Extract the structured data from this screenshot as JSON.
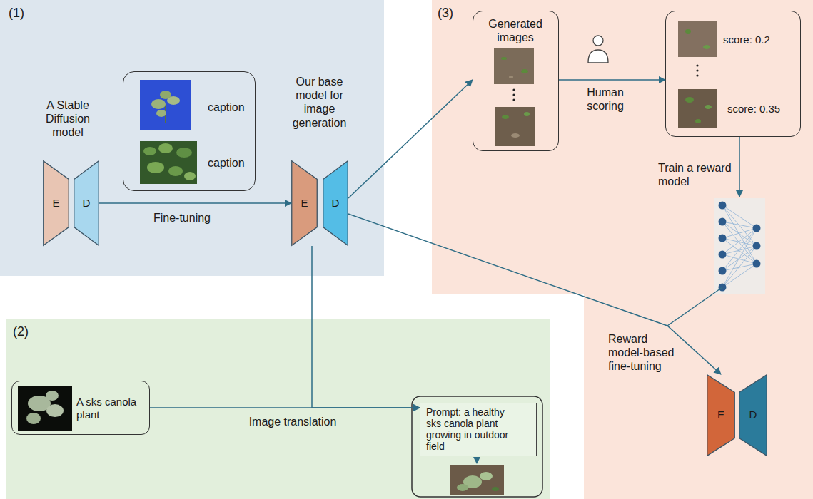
{
  "diagram": {
    "nodes": [
      {
        "text": [
          "(1)"
        ]
      },
      {
        "text": [
          "A Stable Diffusion model"
        ],
        "in": 0
      },
      {
        "text": [
          "E"
        ],
        "in": 1
      },
      {
        "text": [
          "D"
        ],
        "in": 1
      },
      {
        "text": [
          "caption",
          "caption"
        ],
        "in": 0
      },
      {
        "text": [
          "Our base model for image generation"
        ],
        "in": 0
      },
      {
        "text": [
          "E"
        ],
        "in": 5
      },
      {
        "text": [
          "D"
        ],
        "in": 5
      },
      {
        "text": [
          "(2)"
        ]
      },
      {
        "text": [
          "A sks canola plant"
        ],
        "in": 8
      },
      {
        "text": [
          "Prompt: a healthy sks canola plant growing in outdoor field"
        ],
        "in": 8
      },
      {
        "text": [
          "(3)"
        ]
      },
      {
        "text": [
          "Generated images"
        ],
        "in": 11
      },
      {
        "text": [
          "score: 0.2",
          "score: 0.35"
        ],
        "in": 11
      },
      {
        "text": [
          "E"
        ],
        "in": 11
      },
      {
        "text": [
          "D"
        ],
        "in": 11
      }
    ],
    "edges": [
      {
        "from": 3,
        "to": 6,
        "label": "Fine-tuning",
        "arrow": "to"
      },
      {
        "from": 9,
        "to": 10,
        "label": "Image translation",
        "arrow": "to"
      },
      {
        "from": 6,
        "to": 10,
        "arrow": "to"
      },
      {
        "from": 7,
        "to": 12,
        "arrow": "to"
      },
      {
        "from": 12,
        "to": 13,
        "label": "Human scoring",
        "arrow": "to"
      },
      {
        "from": 7,
        "to": 14,
        "label": "Reward model-based fine-tuning",
        "arrow": "to"
      }
    ],
    "labels": [
      "Train a reward model"
    ]
  }
}
